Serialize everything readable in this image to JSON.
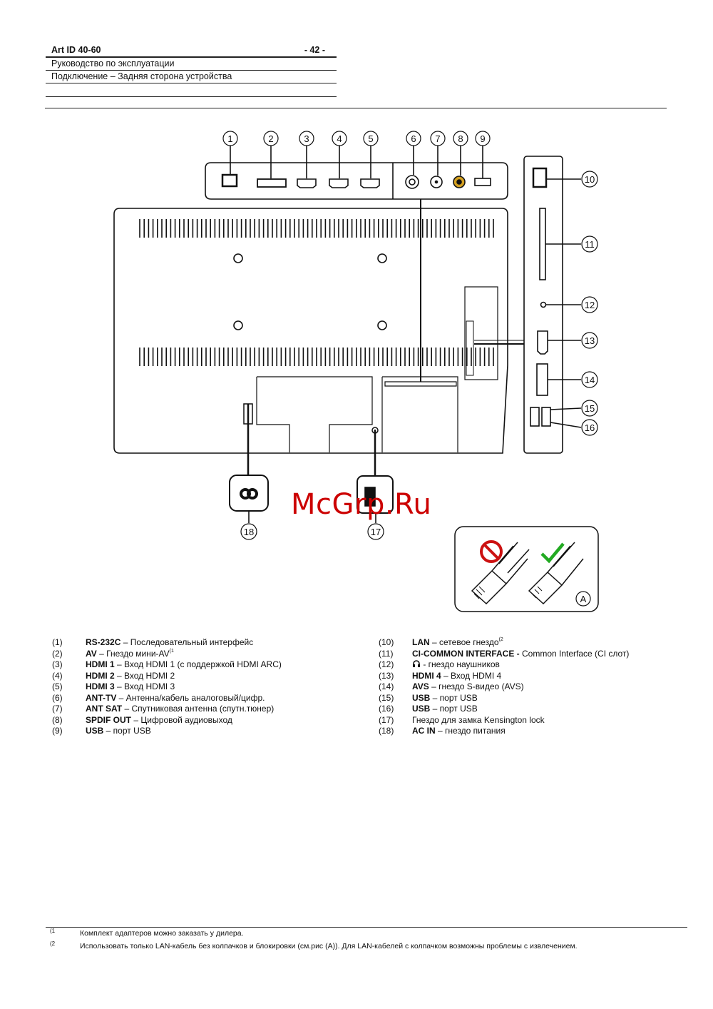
{
  "header": {
    "article": "Art ID 40-60",
    "page": "- 42 -",
    "manual": "Руководство по эксплуатации",
    "section": "Подключение – Задняя сторона устройства"
  },
  "callouts": [
    "1",
    "2",
    "3",
    "4",
    "5",
    "6",
    "7",
    "8",
    "9",
    "10",
    "11",
    "12",
    "13",
    "14",
    "15",
    "16",
    "17",
    "18",
    "A"
  ],
  "watermark": "McGrp.Ru",
  "legend_left": [
    {
      "num": "(1)",
      "bold": "RS-232C",
      "rest": " – Последовательный интерфейс",
      "sup": ""
    },
    {
      "num": "(2)",
      "bold": "AV",
      "rest": " – Гнездо мини-AV",
      "sup": "(1"
    },
    {
      "num": "(3)",
      "bold": "HDMI 1",
      "rest": " – Вход HDMI 1 (с поддержкой HDMI ARC)",
      "sup": ""
    },
    {
      "num": "(4)",
      "bold": "HDMI 2",
      "rest": " – Вход HDMI 2",
      "sup": ""
    },
    {
      "num": "(5)",
      "bold": "HDMI 3",
      "rest": " – Вход HDMI 3",
      "sup": ""
    },
    {
      "num": "(6)",
      "bold": "ANT-TV",
      "rest": " – Антенна/кабель аналоговый/цифр.",
      "sup": ""
    },
    {
      "num": "(7)",
      "bold": "ANT SAT",
      "rest": " – Спутниковая антенна (спутн.тюнер)",
      "sup": ""
    },
    {
      "num": "(8)",
      "bold": "SPDIF OUT",
      "rest": " – Цифровой аудиовыход",
      "sup": ""
    },
    {
      "num": "(9)",
      "bold": "USB",
      "rest": " – порт USB",
      "sup": ""
    }
  ],
  "legend_right": [
    {
      "num": "(10)",
      "bold": "LAN",
      "rest": " – сетевое гнездо",
      "sup": "(2"
    },
    {
      "num": "(11)",
      "bold": "CI-COMMON INTERFACE - ",
      "rest": "Common Interface (CI слот)",
      "sup": ""
    },
    {
      "num": "(12)",
      "bold": "",
      "rest": " - гнездо наушников",
      "sup": "",
      "icon": "headphones-icon"
    },
    {
      "num": "(13)",
      "bold": "HDMI 4",
      "rest": " – Вход HDMI 4",
      "sup": ""
    },
    {
      "num": "(14)",
      "bold": "AVS",
      "rest": " – гнездо S-видео (AVS)",
      "sup": ""
    },
    {
      "num": "(15)",
      "bold": "USB",
      "rest": " – порт USB",
      "sup": ""
    },
    {
      "num": "(16)",
      "bold": "USB",
      "rest": " – порт USB",
      "sup": ""
    },
    {
      "num": "(17)",
      "bold": "",
      "rest": "Гнездо для замка Kensington lock",
      "sup": ""
    },
    {
      "num": "(18)",
      "bold": "AC IN",
      "rest": " – гнездо питания",
      "sup": ""
    }
  ],
  "footnotes": [
    {
      "mark": "(1",
      "text": "Комплект адаптеров можно заказать у дилера."
    },
    {
      "mark": "(2",
      "text": "Использовать только LAN-кабель без колпачков и блокировки (см.рис (A)). Для LAN-кабелей с колпачком возможны проблемы с извлечением."
    }
  ]
}
